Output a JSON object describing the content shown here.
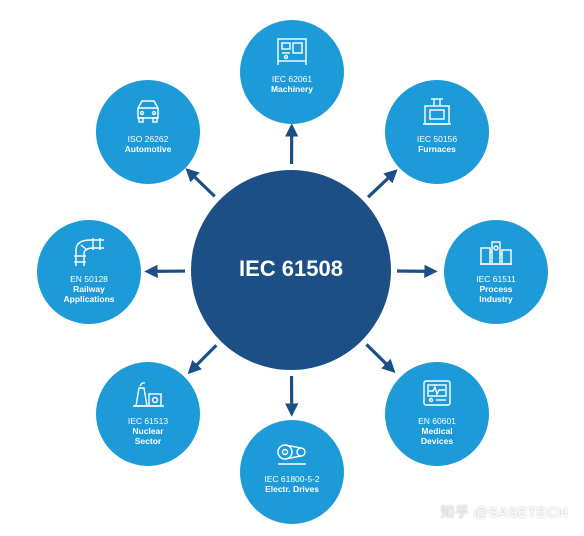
{
  "colors": {
    "hub": "#1c4f86",
    "node": "#1d9ad8",
    "arrow": "#1c4f86",
    "text": "#ffffff"
  },
  "hub": {
    "title": "IEC 61508"
  },
  "nodes": [
    {
      "id": "machinery",
      "standard": "IEC 62061",
      "lines": [
        "Machinery"
      ],
      "icon": "machinery-icon"
    },
    {
      "id": "furnaces",
      "standard": "IEC 50156",
      "lines": [
        "Furnaces"
      ],
      "icon": "furnace-icon"
    },
    {
      "id": "process",
      "standard": "IEC 61511",
      "lines": [
        "Process",
        "Industry"
      ],
      "icon": "process-plant-icon"
    },
    {
      "id": "medical",
      "standard": "EN 60601",
      "lines": [
        "Medical",
        "Devices"
      ],
      "icon": "medical-monitor-icon"
    },
    {
      "id": "drives",
      "standard": "IEC 61800-5-2",
      "lines": [
        "Electr. Drives"
      ],
      "icon": "motor-drive-icon"
    },
    {
      "id": "nuclear",
      "standard": "IEC 61513",
      "lines": [
        "Nuclear",
        "Sector"
      ],
      "icon": "nuclear-plant-icon"
    },
    {
      "id": "railway",
      "standard": "EN 50128",
      "lines": [
        "Railway",
        "Applications"
      ],
      "icon": "railway-track-icon"
    },
    {
      "id": "automotive",
      "standard": "ISO 26262",
      "lines": [
        "Automotive"
      ],
      "icon": "car-icon"
    }
  ],
  "watermark": {
    "cn": "知乎",
    "handle": "@SASETECH"
  }
}
